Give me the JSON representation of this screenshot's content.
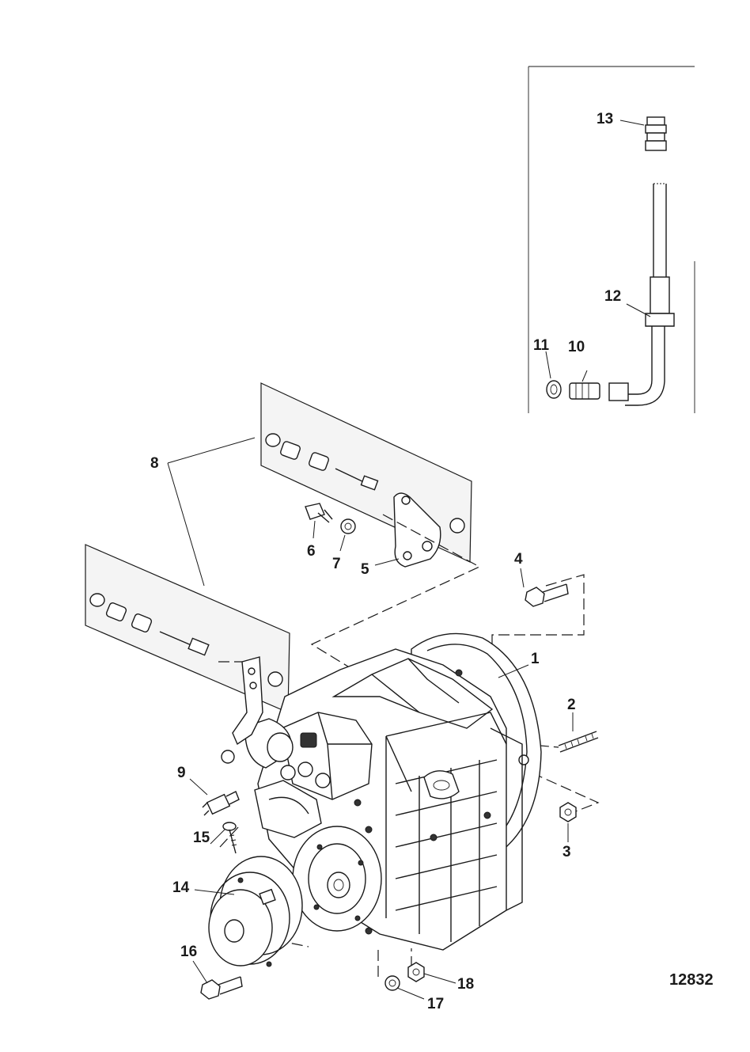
{
  "figure_number": "12832",
  "callouts": [
    "1",
    "2",
    "3",
    "4",
    "5",
    "6",
    "7",
    "8",
    "9",
    "10",
    "11",
    "12",
    "13",
    "14",
    "15",
    "16",
    "17",
    "18"
  ]
}
